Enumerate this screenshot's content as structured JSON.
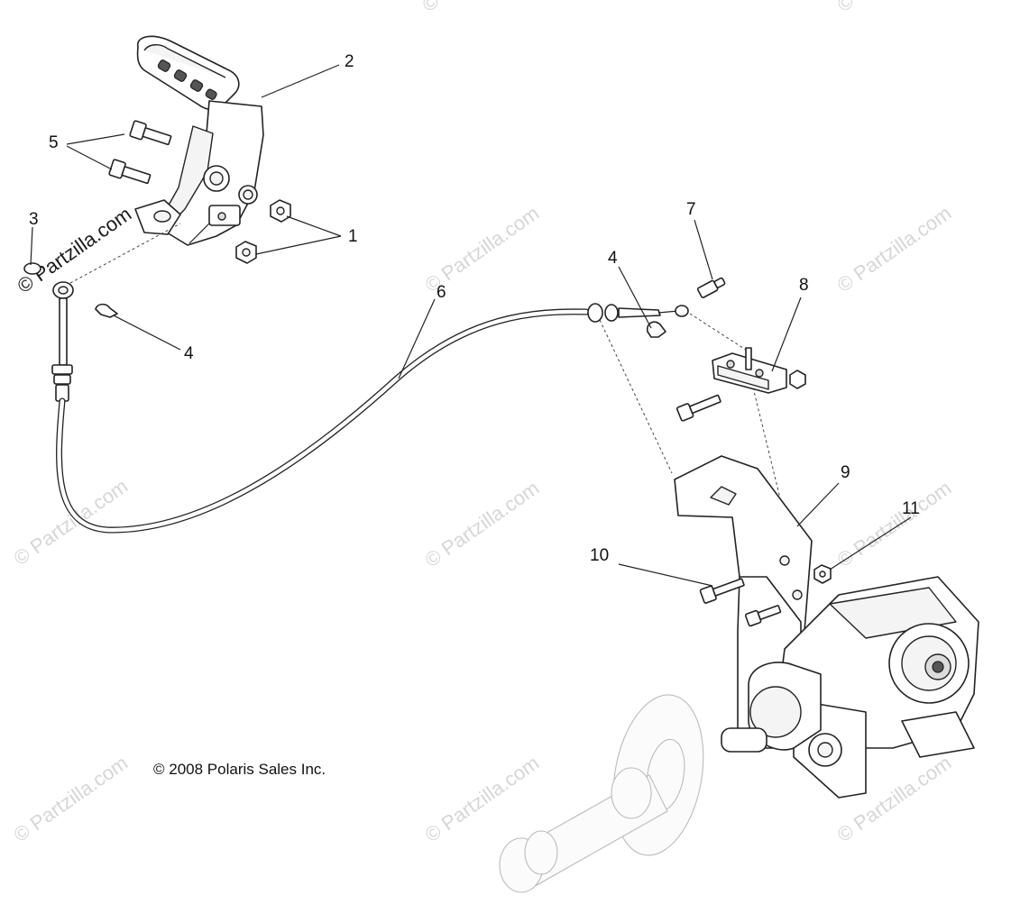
{
  "diagram": {
    "callouts": {
      "c1": "1",
      "c2": "2",
      "c3": "3",
      "c4a": "4",
      "c4b": "4",
      "c5": "5",
      "c6": "6",
      "c7": "7",
      "c8": "8",
      "c9": "9",
      "c10": "10",
      "c11": "11"
    },
    "copyright": "© 2008 Polaris Sales Inc.",
    "watermark_primary": "© Partzilla.com",
    "watermark_faint": "© Partzilla.com"
  }
}
